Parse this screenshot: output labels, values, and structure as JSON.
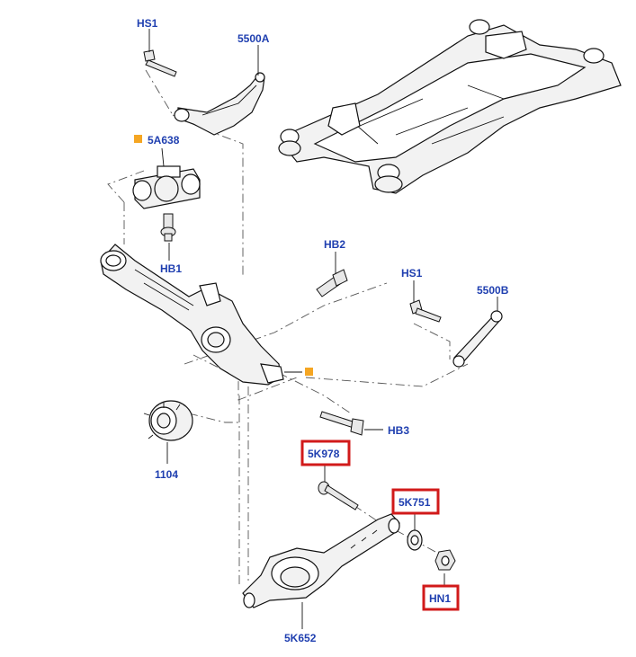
{
  "callouts": {
    "hs1_top": "HS1",
    "arm_5500a": "5500A",
    "bushing_5a638": "5A638",
    "hb1": "HB1",
    "hb2": "HB2",
    "hs1_right": "HS1",
    "arm_5500b": "5500B",
    "hb3": "HB3",
    "hub_1104": "1104",
    "bolt_5k978": "5K978",
    "bushing_5k751": "5K751",
    "nut_hn1": "HN1",
    "arm_5k652": "5K652"
  },
  "colors": {
    "label": "#1f3fb0",
    "highlight": "#d11a1a",
    "marker": "#f5a623",
    "line": "#111111"
  },
  "highlighted": [
    "5K978",
    "5K751",
    "HN1"
  ]
}
